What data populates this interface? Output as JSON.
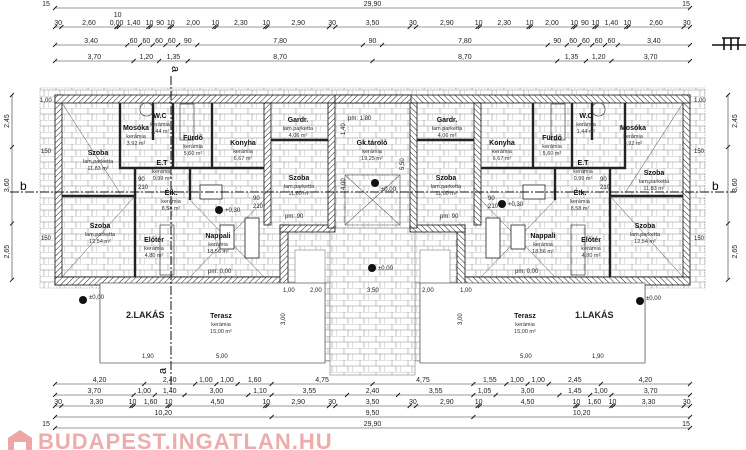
{
  "dimensions": {
    "top": [
      [
        "29,90"
      ],
      [
        "30",
        "2,60",
        "0,00",
        "10",
        "1,40",
        "10",
        "90",
        "10",
        "2,00",
        "10",
        "2,30",
        "10",
        "2,90",
        "30",
        "3,50",
        "30",
        "2,90",
        "10",
        "2,30",
        "10",
        "2,00",
        "10",
        "90",
        "10",
        "1,40",
        "10",
        "2,60",
        "30"
      ],
      [
        "3,40",
        "60",
        "60",
        "60",
        "60",
        "90",
        "7,80",
        "90",
        "7,80",
        "90",
        "60",
        "60",
        "60",
        "60",
        "3,40"
      ],
      [
        "3,70",
        "1,20",
        "1,35",
        "8,70",
        "8,70",
        "1,35",
        "1,20",
        "3,70"
      ]
    ],
    "bottom": [
      [
        "4,20",
        "2,40",
        "1,00",
        "1,00",
        "1,60",
        "4,75",
        "4,75",
        "1,55",
        "1,00",
        "1,00",
        "2,45",
        "4,20"
      ],
      [
        "3,70",
        "1,00",
        "1,40",
        "3,00",
        "1,10",
        "3,55",
        "2,40",
        "3,55",
        "1,05",
        "3,00",
        "1,45",
        "1,00",
        "3,70"
      ],
      [
        "30",
        "3,30",
        "10",
        "1,60",
        "10",
        "4,50",
        "10",
        "2,90",
        "30",
        "3,50",
        "30",
        "2,90",
        "10",
        "4,50",
        "10",
        "1,60",
        "10",
        "3,30",
        "30"
      ],
      [
        "10,20",
        "9,50",
        "10,20"
      ],
      [
        "29,90"
      ]
    ],
    "left": [
      "2,45",
      "3,60",
      "2,65"
    ],
    "right": [
      "2,45",
      "3,60",
      "2,65"
    ],
    "offset_label": "15"
  },
  "rooms": [
    {
      "name": "Szoba",
      "floor": "lam.parketta",
      "area": "11,83 m²"
    },
    {
      "name": "Mosóka",
      "floor": "kerámia",
      "area": "3,92 m²"
    },
    {
      "name": "W.C",
      "floor": "kerámia",
      "area": "1,44 m²"
    },
    {
      "name": "Fürdő",
      "floor": "kerámia",
      "area": "5,60 m²"
    },
    {
      "name": "E.T",
      "floor": "kerámia",
      "area": "0,99 m²"
    },
    {
      "name": "Konyha",
      "floor": "kerámia",
      "area": "6,67 m²"
    },
    {
      "name": "Gardr.",
      "floor": "lam.parketta",
      "area": "4,06 m²"
    },
    {
      "name": "Szoba",
      "floor": "lam.parketta",
      "area": "11,60 m²"
    },
    {
      "name": "Étk.",
      "floor": "kerámia",
      "area": "8,58 m²"
    },
    {
      "name": "Szoba",
      "floor": "lam.parketta",
      "area": "12,54 m²"
    },
    {
      "name": "Előtér",
      "floor": "kerámia",
      "area": "4,80 m²"
    },
    {
      "name": "Nappali",
      "floor": "kerámia",
      "area": "18,56 m²"
    },
    {
      "name": "Terasz",
      "floor": "kerámia",
      "area": "15,00 m²"
    },
    {
      "name": "Gk.tároló",
      "floor": "kerámia",
      "area": "19,25 m²"
    }
  ],
  "units": {
    "left": "2.LAKÁS",
    "right": "1.LAKÁS"
  },
  "notes": {
    "pm_180": "pm: 1,80",
    "pm_90": "pm: 90",
    "pm_000": "pm: 0,00",
    "level_030": "+0,30",
    "level_000": "±0,00",
    "door_90": "90",
    "door_210": "210",
    "door_100": "100",
    "door_240": "240",
    "dim_1_00": "1,00",
    "dim_2_00": "2,00",
    "dim_3_50": "3,50",
    "dim_3_00": "3,00",
    "dim_5_00": "5,00",
    "dim_1_90": "1,90",
    "dim_4_00": "4,00",
    "dim_5_50": "5,50",
    "dim_1_40": "1,40",
    "dim_150": "150"
  },
  "sections": {
    "a": "a",
    "b": "b"
  },
  "watermark": "BUDAPEST.INGATLAN.HU"
}
